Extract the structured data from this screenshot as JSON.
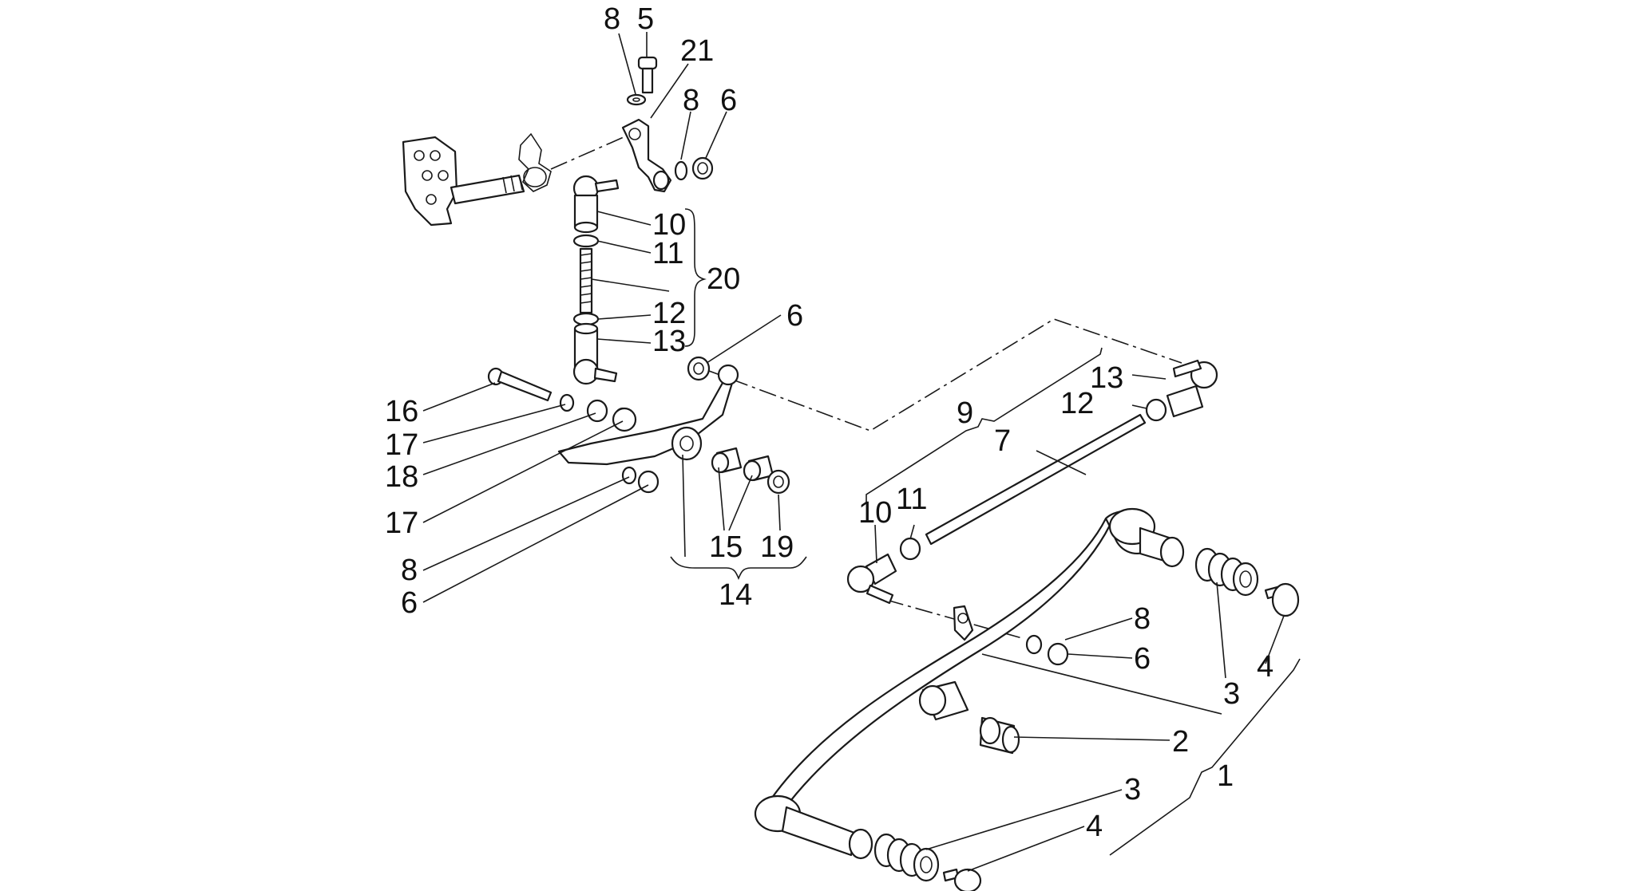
{
  "callouts": {
    "c8_top": "8",
    "c5": "5",
    "c21": "21",
    "c8_nut": "8",
    "c6_nut": "6",
    "c10_top": "10",
    "c11_top": "11",
    "c20": "20",
    "c12_top": "12",
    "c13_top": "13",
    "c6_mid": "6",
    "c16": "16",
    "c17_a": "17",
    "c18": "18",
    "c17_b": "17",
    "c8_left": "8",
    "c6_left": "6",
    "c15": "15",
    "c19": "19",
    "c14": "14",
    "c9": "9",
    "c7": "7",
    "c13_right": "13",
    "c12_right": "12",
    "c10_right": "10",
    "c11_right": "11",
    "c8_right": "8",
    "c6_right": "6",
    "c3_top": "3",
    "c4_top": "4",
    "c2": "2",
    "c1": "1",
    "c3_bottom": "3",
    "c4_bottom": "4"
  },
  "colors": {
    "line": "#1a1a1a",
    "shade": "#d6d6d6",
    "background": "#ffffff"
  }
}
